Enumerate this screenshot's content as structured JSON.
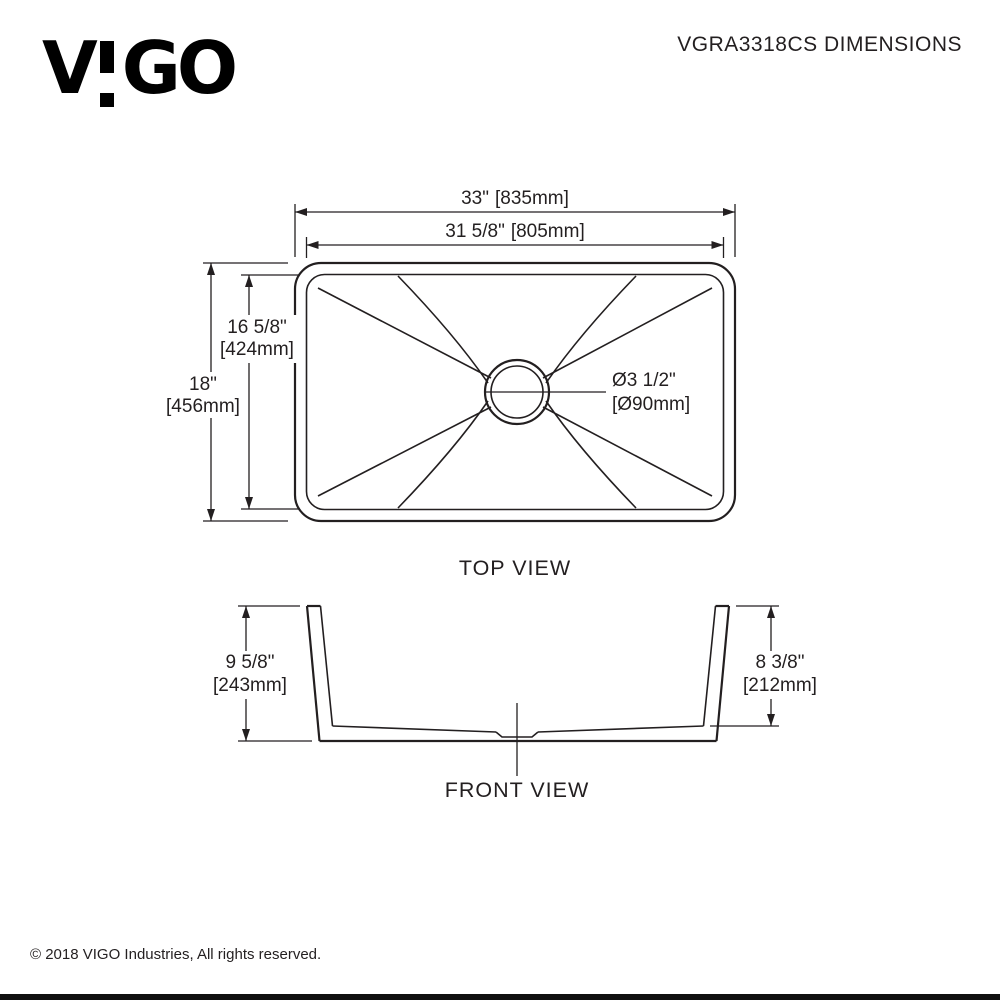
{
  "header": {
    "logo_v": "V",
    "logo_go": "GO",
    "logo_alt": "VIGO",
    "title": "VGRA3318CS DIMENSIONS"
  },
  "top_view": {
    "label": "TOP VIEW",
    "overall_width_in": "33\"",
    "overall_width_mm": "[835mm]",
    "inner_width_in": "31 5/8\"",
    "inner_width_mm": "[805mm]",
    "overall_depth_in": "18\"",
    "overall_depth_mm": "[456mm]",
    "inner_depth_in": "16 5/8\"",
    "inner_depth_mm": "[424mm]",
    "drain_in": "Ø3 1/2\"",
    "drain_mm": "[Ø90mm]"
  },
  "front_view": {
    "label": "FRONT VIEW",
    "left_height_in": "9 5/8\"",
    "left_height_mm": "[243mm]",
    "right_height_in": "8 3/8\"",
    "right_height_mm": "[212mm]"
  },
  "footer": {
    "copyright": "© 2018 VIGO Industries, All rights reserved."
  },
  "colors": {
    "line": "#231f20",
    "text": "#231f20",
    "background": "#ffffff"
  }
}
